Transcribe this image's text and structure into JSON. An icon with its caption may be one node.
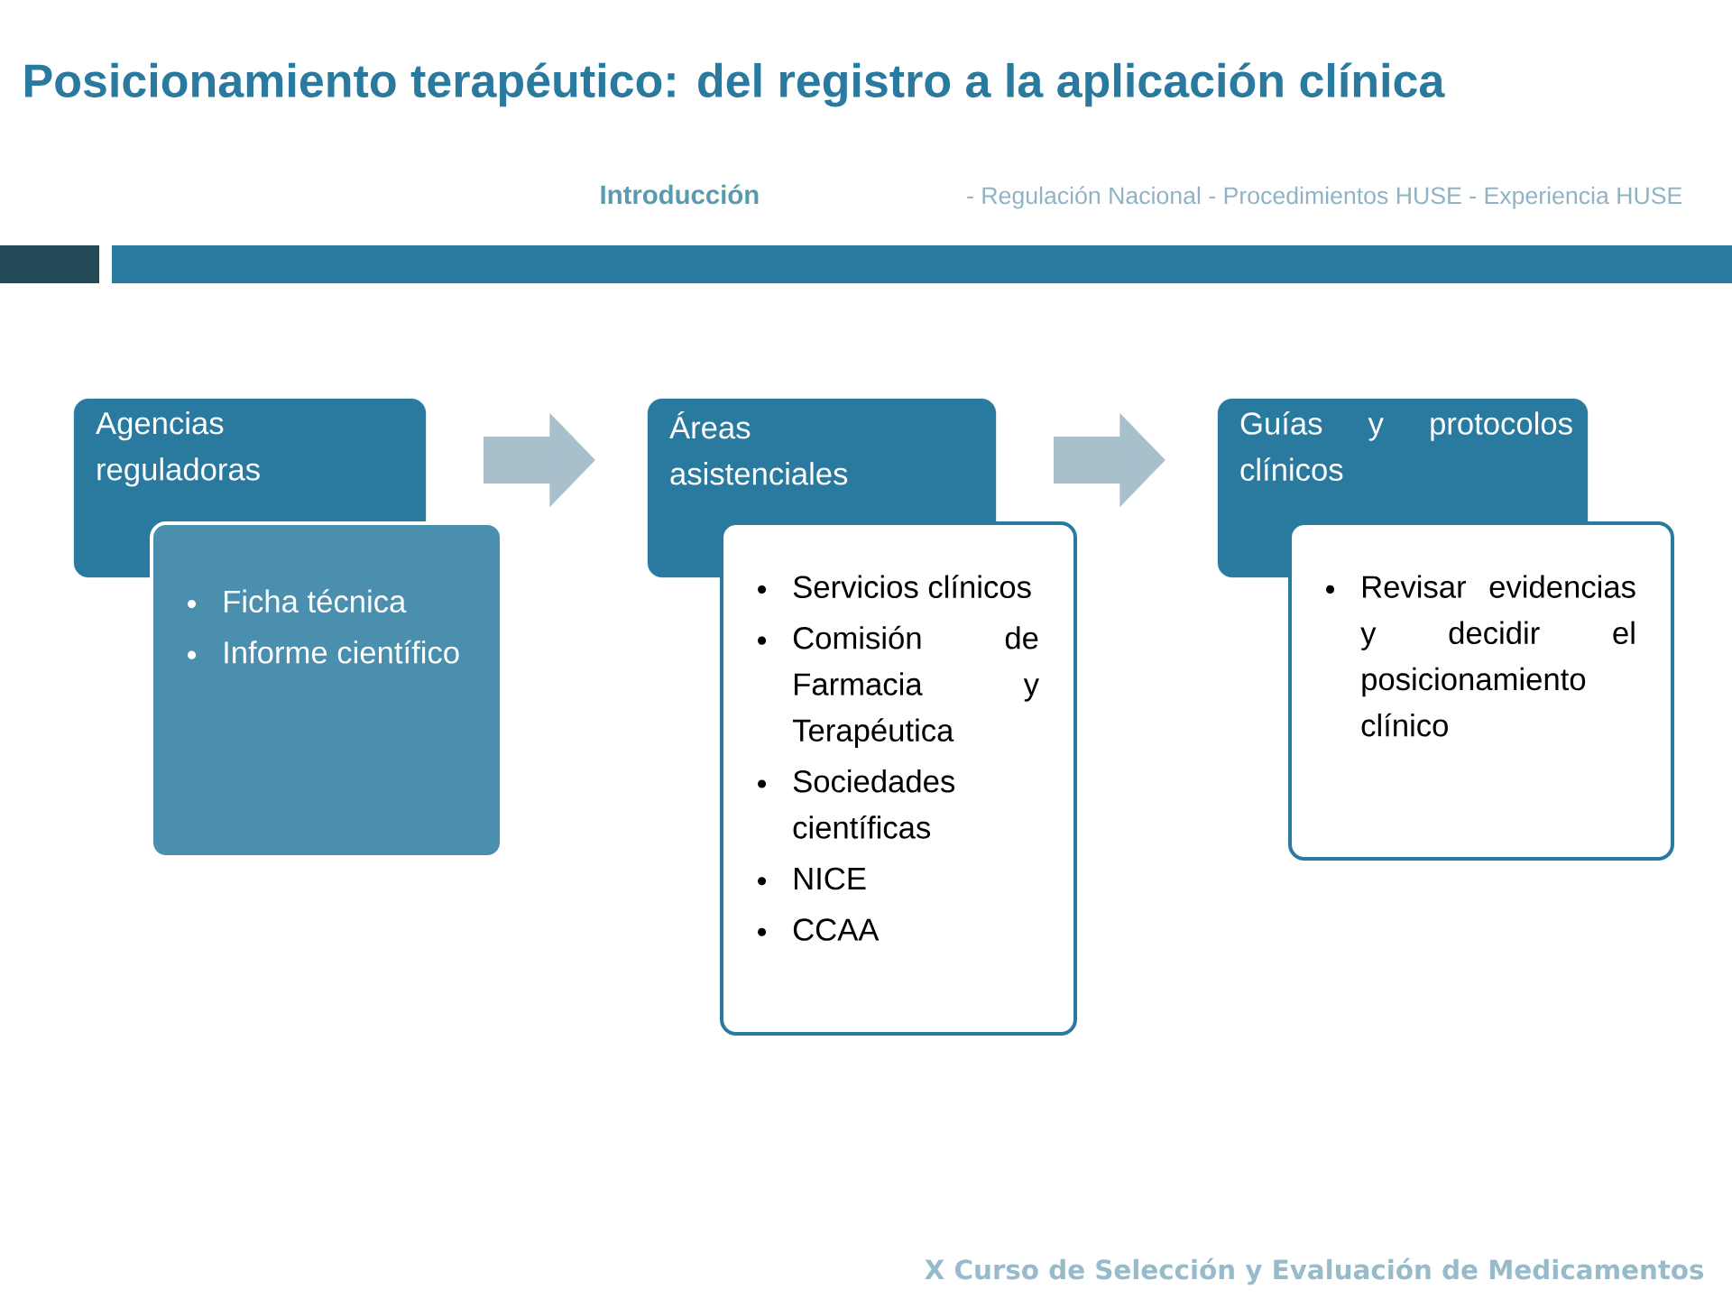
{
  "diagram": {
    "title": "Posicionamiento terapéutico: del registro a la aplicación clínica",
    "nodes": [
      {
        "text": [
          "Agencias reguladoras"
        ]
      },
      {
        "text": [
          "Ficha técnica",
          "Informe científico"
        ]
      },
      {
        "text": [
          "Áreas asistenciales"
        ]
      },
      {
        "text": [
          "Servicios clínicos",
          "Comisión de Farmacia y Terapéutica",
          "Sociedades científicas",
          "NICE",
          "CCAA"
        ]
      },
      {
        "text": [
          "Guías y protocolos clínicos"
        ]
      },
      {
        "text": [
          "Revisar evidencias y decidir el posicionamiento clínico"
        ]
      }
    ],
    "edges": [
      {
        "from": 0,
        "to": 2,
        "arrow": "to"
      },
      {
        "from": 2,
        "to": 4,
        "arrow": "to"
      }
    ],
    "labels": [
      "Introducción",
      "- Regulación Nacional - Procedimientos HUSE - Experiencia HUSE",
      "X Curso de Selección y Evaluación de Medicamentos"
    ]
  }
}
